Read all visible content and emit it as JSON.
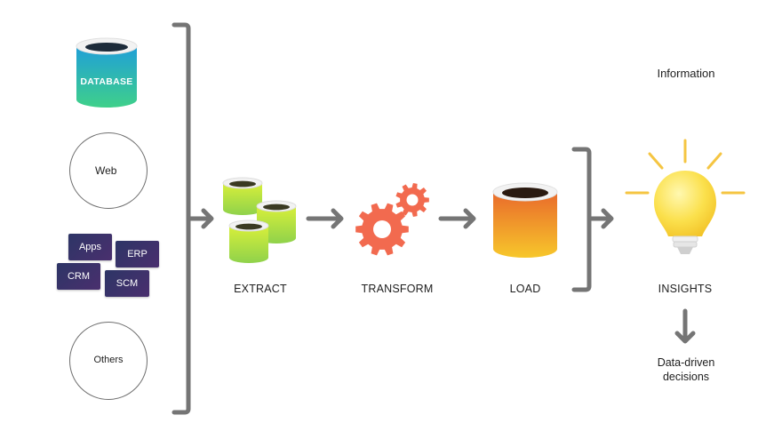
{
  "sources": {
    "database_label": "DATABASE",
    "web_label": "Web",
    "apps_label": "Apps",
    "erp_label": "ERP",
    "crm_label": "CRM",
    "scm_label": "SCM",
    "others_label": "Others"
  },
  "steps": {
    "extract": "EXTRACT",
    "transform": "TRANSFORM",
    "load": "LOAD",
    "insights": "INSIGHTS"
  },
  "information_label": "Information",
  "decisions_label": "Data-driven decisions",
  "colors": {
    "bracket": "#757575",
    "arrow": "#757575",
    "database_top": "#1f9fd8",
    "database_bottom": "#3fd08a",
    "extract_top": "#d8ef3a",
    "extract_bottom": "#8fd24b",
    "gear": "#f26a4f",
    "load_top": "#e96a2b",
    "load_bottom": "#f7c72b",
    "bulb": "#fbe04c",
    "rays": "#f5c542",
    "tags": "#2d3566"
  },
  "icons": [
    "database-icon",
    "google-icon",
    "facebook-icon",
    "cloud-icon",
    "gear-icon",
    "lightbulb-icon",
    "arrow-right-icon",
    "arrow-down-icon",
    "bracket"
  ]
}
